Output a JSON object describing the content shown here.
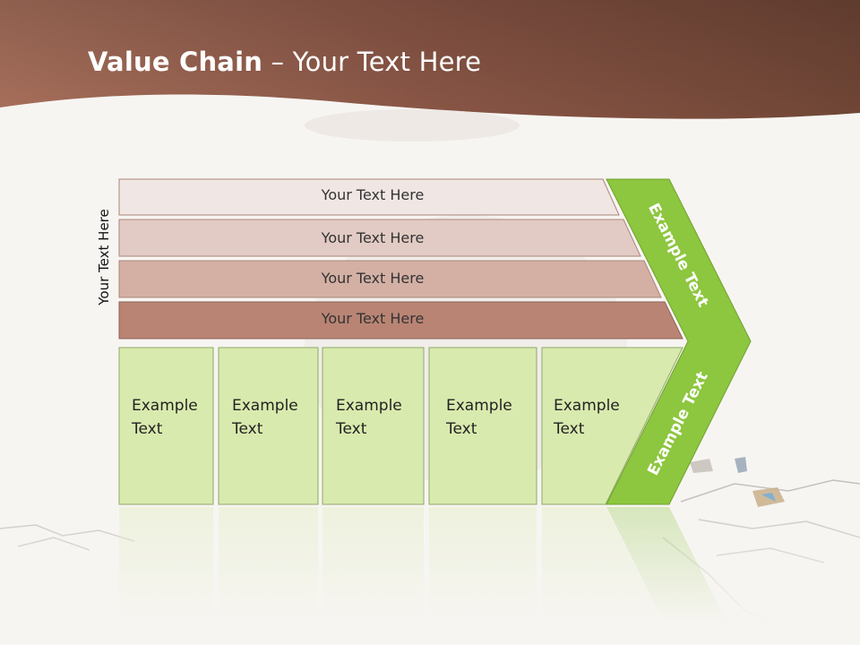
{
  "title": {
    "bold": "Value Chain",
    "rest": " – Your Text Here"
  },
  "side_label": "Your Text Here",
  "support_rows": [
    {
      "label": "Your Text Here"
    },
    {
      "label": "Your Text Here"
    },
    {
      "label": "Your Text Here"
    },
    {
      "label": "Your Text Here"
    }
  ],
  "primary_boxes": [
    {
      "line1": "Example",
      "line2": "Text"
    },
    {
      "line1": "Example",
      "line2": "Text"
    },
    {
      "line1": "Example",
      "line2": "Text"
    },
    {
      "line1": "Example",
      "line2": "Text"
    },
    {
      "line1": "Example",
      "line2": "Text"
    }
  ],
  "arrow": {
    "top_label": "Example Text",
    "bottom_label": "Example Text"
  },
  "colors": {
    "header": "#9a5e4a",
    "row1": "#f0e6e3",
    "row2": "#e2cbc4",
    "row3": "#d4b0a4",
    "row4": "#b98474",
    "box_fill": "#d9eaae",
    "box_stroke": "#8fa86a",
    "arrow": "#8dc63f"
  }
}
